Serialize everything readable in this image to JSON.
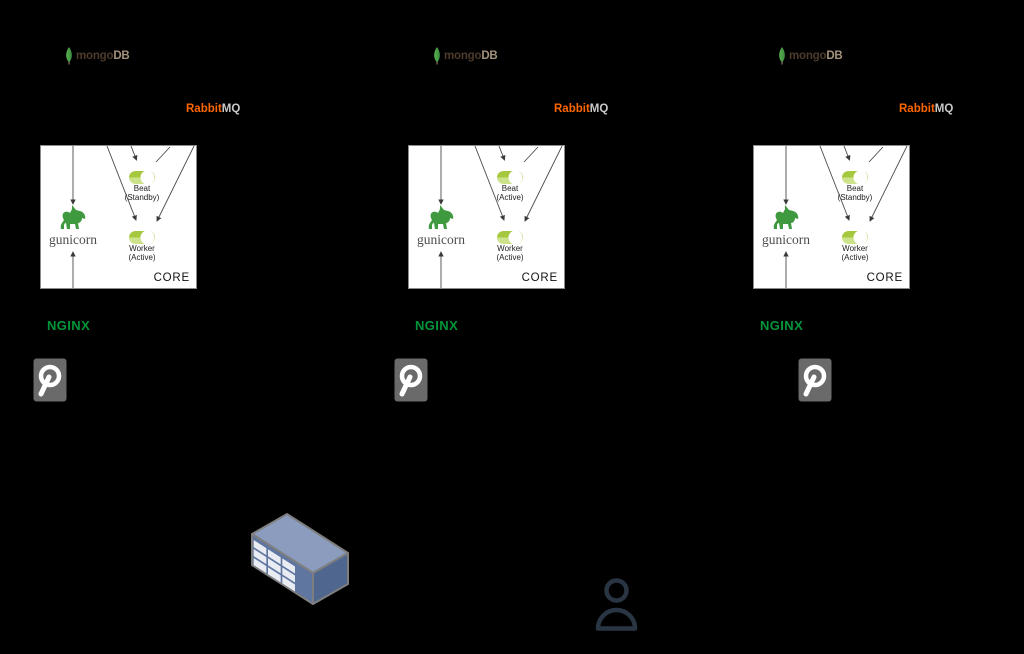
{
  "colors": {
    "background": "#000000",
    "nginx_green": "#009639",
    "rabbit_orange": "#ff6600",
    "rabbit_mq_gray": "#c9c9c9",
    "mongo_leaf_green": "#4fa84c",
    "mongo_text_brown": "#4e3b2b",
    "mongo_db_tan": "#a5937c",
    "celery_green_dark": "#a6c83f",
    "celery_green_light": "#cde38b",
    "gunicorn_horse_green": "#3f9a3f",
    "core_box_background": "#ffffff",
    "core_box_border": "#8c8c8c",
    "disk_gray": "#6a6a6a",
    "switch_top_blue": "#8b9cbe",
    "switch_front_blue": "#5f76a1",
    "switch_side_blue": "#4f668f",
    "person_navy": "#2a3544"
  },
  "icons": {
    "mongodb_leaf": "green-leaf",
    "celery": "green-celery-pill",
    "gunicorn_horse": "green-horse",
    "hard_disk": "gray-hdd-platter",
    "network_switch": "isometric-blue-box",
    "user": "person-outline"
  },
  "columns": [
    {
      "mongodb_logo": {
        "mongo": "mongo",
        "db": "DB"
      },
      "rabbitmq_logo": {
        "rabbit": "Rabbit",
        "mq": "MQ"
      },
      "core_box": {
        "beat": {
          "label": "Beat",
          "state": "(Standby)"
        },
        "worker": {
          "label": "Worker",
          "state": "(Active)"
        },
        "gunicorn_label": "gunicorn",
        "core_label": "CORE"
      },
      "nginx_label": "NGINX"
    },
    {
      "mongodb_logo": {
        "mongo": "mongo",
        "db": "DB"
      },
      "rabbitmq_logo": {
        "rabbit": "Rabbit",
        "mq": "MQ"
      },
      "core_box": {
        "beat": {
          "label": "Beat",
          "state": "(Active)"
        },
        "worker": {
          "label": "Worker",
          "state": "(Active)"
        },
        "gunicorn_label": "gunicorn",
        "core_label": "CORE"
      },
      "nginx_label": "NGINX"
    },
    {
      "mongodb_logo": {
        "mongo": "mongo",
        "db": "DB"
      },
      "rabbitmq_logo": {
        "rabbit": "Rabbit",
        "mq": "MQ"
      },
      "core_box": {
        "beat": {
          "label": "Beat",
          "state": "(Standby)"
        },
        "worker": {
          "label": "Worker",
          "state": "(Active)"
        },
        "gunicorn_label": "gunicorn",
        "core_label": "CORE"
      },
      "nginx_label": "NGINX"
    }
  ]
}
